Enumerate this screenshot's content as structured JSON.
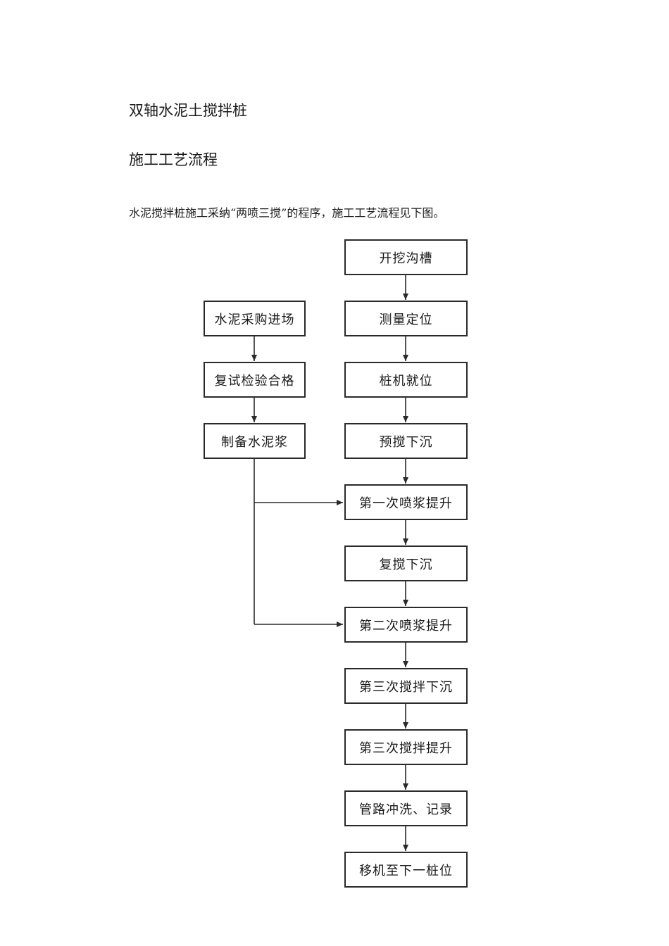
{
  "document": {
    "title": "双轴水泥土搅拌桩",
    "subtitle": "施工工艺流程",
    "intro": "水泥搅拌桩施工采纳“两喷三搅”的程序，施工工艺流程见下图。"
  },
  "flowchart": {
    "main_steps": [
      "开挖沟槽",
      "测量定位",
      "桩机就位",
      "预搅下沉",
      "第一次喷浆提升",
      "复搅下沉",
      "第二次喷浆提升",
      "第三次搅拌下沉",
      "第三次搅拌提升",
      "管路冲洗、记录",
      "移机至下一桩位"
    ],
    "side_steps": [
      "水泥采购进场",
      "复试检验合格",
      "制备水泥浆"
    ]
  }
}
